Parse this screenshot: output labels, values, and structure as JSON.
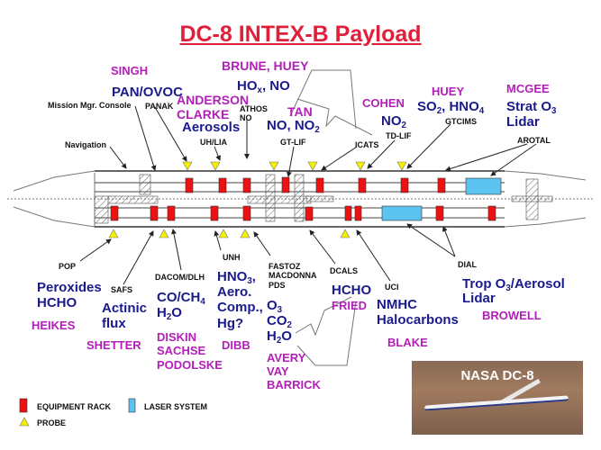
{
  "title": "DC-8 INTEX-B Payload",
  "colors": {
    "rack": "#ee1111",
    "laser": "#5cc3f0",
    "probe": "#f5f000",
    "pi": "#b21fb8",
    "measurement": "#1a1a8c",
    "title": "#e0203a"
  },
  "top": {
    "singh": "SINGH",
    "pan_ovoc": "PAN/OVOC",
    "mission": "Mission Mgr. Console",
    "panak": "PANAK",
    "anderson": "ANDERSON",
    "clarke": "CLARKE",
    "aerosols": "Aerosols",
    "athos": "ATHOS",
    "athos_no": "NO",
    "uhlia": "UH/LIA",
    "brune": "BRUNE, HUEY",
    "hox": "HO",
    "hox_sub": "x",
    "hox_rest": ", NO",
    "tan": "TAN",
    "no_no2": "NO, NO",
    "no2_sub": "2",
    "gtlif": "GT-LIF",
    "navigation": "Navigation",
    "icats": "ICATS",
    "cohen": "COHEN",
    "no2": "NO",
    "tdlif": "TD-LIF",
    "huey": "HUEY",
    "so2": "SO",
    "so2_rest": ", HNO",
    "hno4_sub": "4",
    "gtcims": "GTCIMS",
    "mcgee": "MCGEE",
    "strat": "Strat O",
    "o3_sub": "3",
    "lidar": "Lidar",
    "arotal": "AROTAL"
  },
  "bottom": {
    "pop": "POP",
    "safs": "SAFS",
    "peroxides": "Peroxides",
    "hcho": "HCHO",
    "heikes": "HEIKES",
    "actinic": "Actinic",
    "flux": "flux",
    "shetter": "SHETTER",
    "dacom": "DACOM/DLH",
    "coch": "CO/CH",
    "ch4_sub": "4",
    "h": "H",
    "h2o_sub": "2",
    "h2o_rest": "O",
    "diskin": "DISKIN",
    "sachse": "SACHSE",
    "podolske": "PODOLSKE",
    "unh": "UNH",
    "hno": "HNO",
    "hno3_sub": "3",
    "hno_rest": ",",
    "aero": "Aero.",
    "comp": "Comp.,",
    "hg": "Hg?",
    "dibb": "DIBB",
    "fastoz": "FASTOZ",
    "macdonna": "MACDONNA",
    "pds": "PDS",
    "o": "O",
    "o3_sub": "3",
    "co": "CO",
    "co2_sub": "2",
    "avery": "AVERY",
    "vay": "VAY",
    "barrick": "BARRICK",
    "dcals": "DCALS",
    "hcho2": "HCHO",
    "fried": "FRIED",
    "uci": "UCI",
    "nmhc": "NMHC",
    "halocarbons": "Halocarbons",
    "blake": "BLAKE",
    "dial": "DIAL",
    "trop": "Trop O",
    "trop_sub": "3",
    "trop_rest": "/Aerosol",
    "lidar": "Lidar",
    "browell": "BROWELL"
  },
  "legend": {
    "rack": "EQUIPMENT RACK",
    "laser": "LASER SYSTEM",
    "probe": "PROBE"
  },
  "photo": {
    "label": "NASA DC-8"
  }
}
